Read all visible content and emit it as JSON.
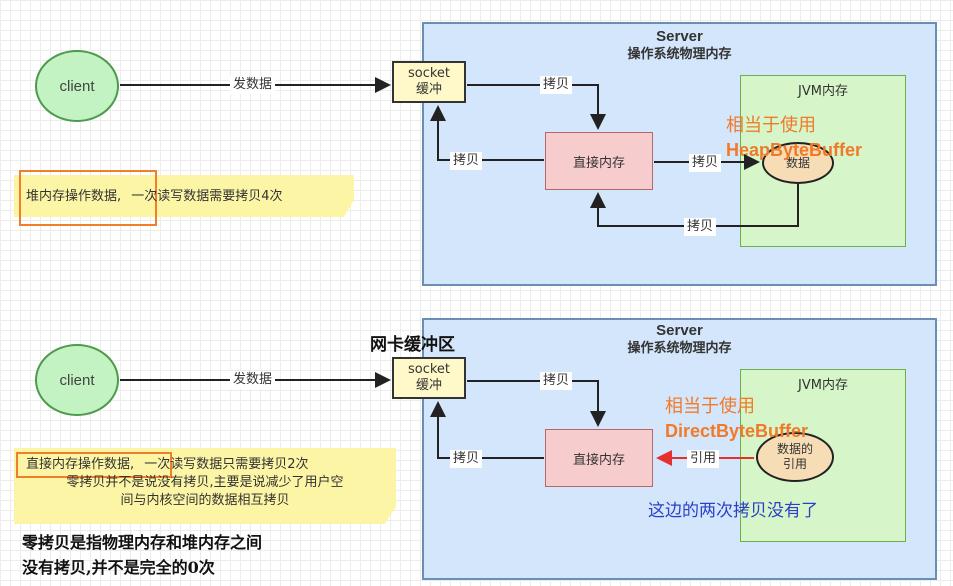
{
  "top": {
    "server_title": "Server",
    "server_subtitle": "操作系统物理内存",
    "client": "client",
    "send_label": "发数据",
    "socket_line1": "socket",
    "socket_line2": "缓冲",
    "copy_label_1": "拷贝",
    "copy_label_2": "拷贝",
    "copy_label_3": "拷贝",
    "copy_label_4": "拷贝",
    "direct_memory": "直接内存",
    "jvm_title": "JVM内存",
    "data_label": "数据",
    "annotation_line1": "相当于使用",
    "annotation_line2": "HeapByteBuffer",
    "note_highlight": "堆内存操作数据,",
    "note_rest": "一次读写数据需要拷贝4次"
  },
  "bottom": {
    "nic_buffer": "网卡缓冲区",
    "server_title": "Server",
    "server_subtitle": "操作系统物理内存",
    "client": "client",
    "send_label": "发数据",
    "socket_line1": "socket",
    "socket_line2": "缓冲",
    "copy_label_1": "拷贝",
    "copy_label_2": "拷贝",
    "direct_memory": "直接内存",
    "reference_label": "引用",
    "jvm_title": "JVM内存",
    "data_ref_line1": "数据的",
    "data_ref_line2": "引用",
    "annotation_line1": "相当于使用",
    "annotation_line2": "DirectByteBuffer",
    "blue_note": "这边的两次拷贝没有了",
    "note_highlight": "直接内存操作数据,",
    "note_rest_line1": "一次读写数据只需要拷贝2次",
    "note_line2": "零拷贝并不是说没有拷贝,主要是说减少了用户空",
    "note_line3": "间与内核空间的数据相互拷贝",
    "summary_line1": "零拷贝是指物理内存和堆内存之间",
    "summary_line2": "没有拷贝,并不是完全的0次"
  },
  "colors": {
    "server_bg": "#d4e6fb",
    "client_bg": "#c3f2c3",
    "socket_bg": "#fff9c9",
    "direct_bg": "#f7cccc",
    "jvm_bg": "#d6f5c9",
    "ellipse_bg": "#f7ddb6",
    "note_bg": "#fdf5a6",
    "orange": "#f07a2a",
    "red_arrow": "#e53030",
    "blue_text": "#2b3fc8"
  }
}
